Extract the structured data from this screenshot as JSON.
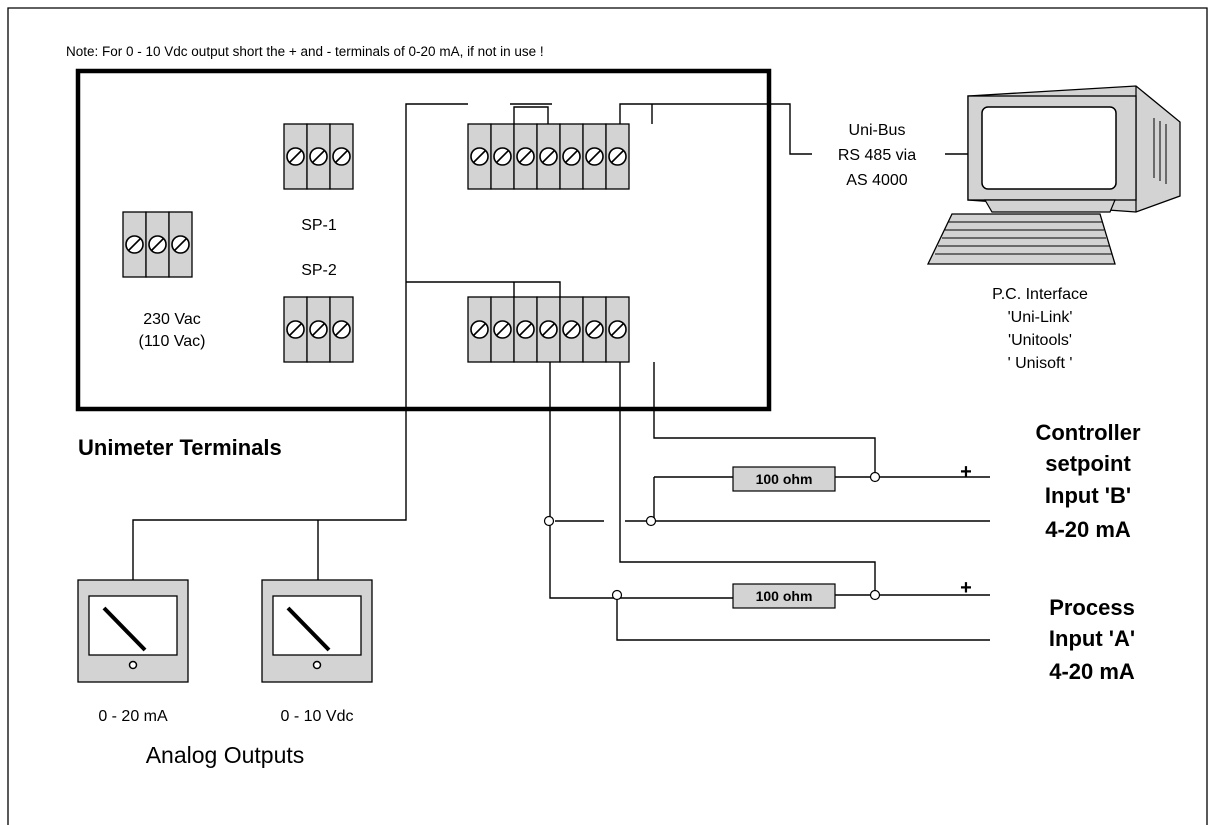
{
  "note": "Note:  For 0 - 10 Vdc output short the + and - terminals of 0-20 mA, if not in use !",
  "unimeter_title": "Unimeter Terminals",
  "terminal_labels": {
    "sp1": "SP-1",
    "sp2": "SP-2",
    "power_line1": "230 Vac",
    "power_line2": "(110 Vac)"
  },
  "bus": {
    "line1": "Uni-Bus",
    "line2": "RS 485 via",
    "line3": "AS 4000"
  },
  "pc_interface": {
    "line1": "P.C. Interface",
    "line2": "'Uni-Link'",
    "line3": "'Unitools'",
    "line4": "' Unisoft '"
  },
  "resistors": {
    "b": "100 ohm",
    "a": "100 ohm"
  },
  "polarity": {
    "b_plus": "+",
    "a_plus": "+"
  },
  "controller_input": {
    "line1": "Controller",
    "line2": "setpoint",
    "line3": "Input 'B'",
    "line4": "4-20 mA"
  },
  "process_input": {
    "line1": "Process",
    "line2": "Input 'A'",
    "line3": "4-20 mA"
  },
  "meters": {
    "ma_label": "0 - 20 mA",
    "vdc_label": "0 - 10 Vdc"
  },
  "analog_outputs_title": "Analog  Outputs"
}
